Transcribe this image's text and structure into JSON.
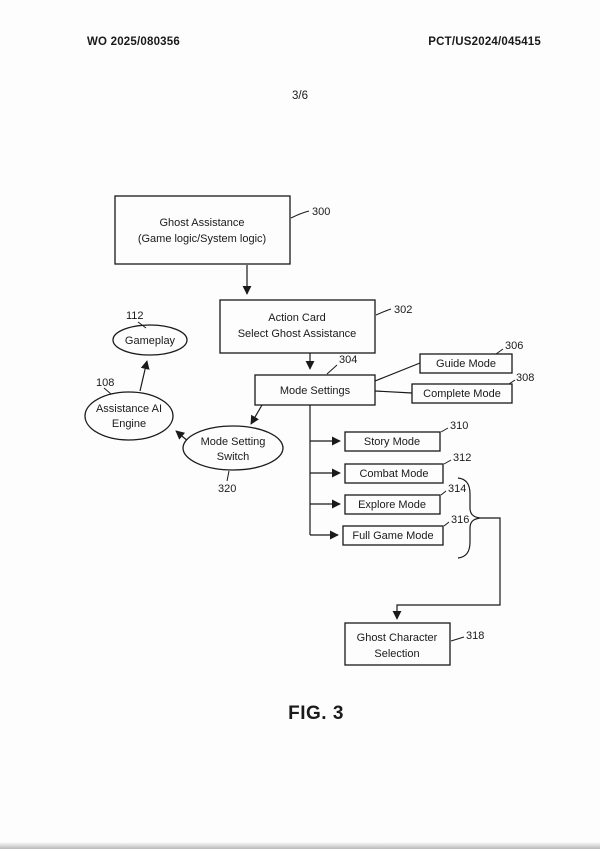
{
  "header": {
    "doc_number": "WO 2025/080356",
    "app_number": "PCT/US2024/045415",
    "page_indicator": "3/6"
  },
  "caption": "FIG. 3",
  "colors": {
    "ink": "#1a1a1a",
    "background": "#fdfdfd"
  },
  "nodes": {
    "ghost_assistance": {
      "line1": "Ghost Assistance",
      "line2": "(Game logic/System logic)",
      "ref": "300"
    },
    "action_card": {
      "line1": "Action Card",
      "line2": "Select Ghost Assistance",
      "ref": "302"
    },
    "mode_settings": {
      "label": "Mode Settings",
      "ref": "304"
    },
    "guide_mode": {
      "label": "Guide Mode",
      "ref": "306"
    },
    "complete_mode": {
      "label": "Complete Mode",
      "ref": "308"
    },
    "gameplay": {
      "label": "Gameplay",
      "ref": "112"
    },
    "assistance_ai_engine": {
      "line1": "Assistance AI",
      "line2": "Engine",
      "ref": "108"
    },
    "mode_setting_switch": {
      "line1": "Mode Setting",
      "line2": "Switch",
      "ref": "320"
    },
    "story_mode": {
      "label": "Story Mode",
      "ref": "310"
    },
    "combat_mode": {
      "label": "Combat Mode",
      "ref": "312"
    },
    "explore_mode": {
      "label": "Explore Mode",
      "ref": "314"
    },
    "full_game_mode": {
      "label": "Full Game Mode",
      "ref": "316"
    },
    "ghost_character_selection": {
      "line1": "Ghost Character",
      "line2": "Selection",
      "ref": "318"
    }
  }
}
